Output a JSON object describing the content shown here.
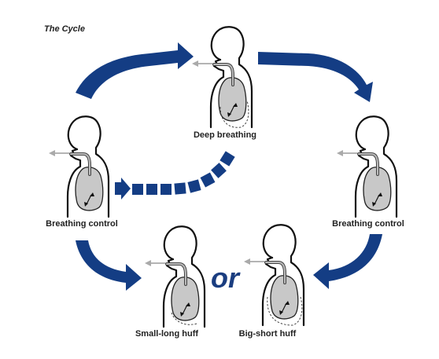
{
  "title": "The Cycle",
  "connector_word": "or",
  "stages": {
    "top": "Deep breathing",
    "left": "Breathing control",
    "right": "Breathing control",
    "bottom_left": "Small-long huff",
    "bottom_right": "Big-short huff"
  },
  "colors": {
    "arrow": "#143d84",
    "lung": "#c8c8c8"
  }
}
